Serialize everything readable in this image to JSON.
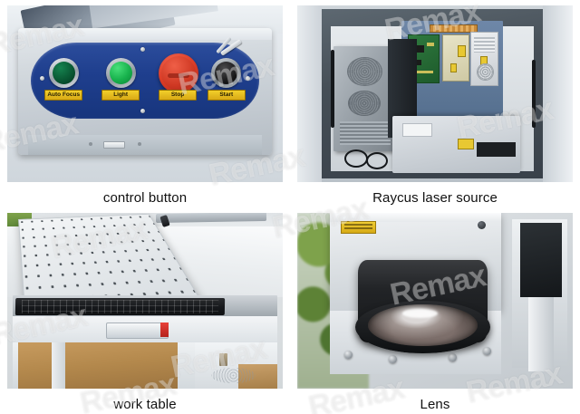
{
  "layout": {
    "columns": 2,
    "rows": 2,
    "background": "#ffffff"
  },
  "watermark": {
    "text": "Remax",
    "color": "rgba(255,255,255,0.34)"
  },
  "panels": [
    {
      "id": "control-button",
      "caption": "control button",
      "description": "Blue control panel with four operator buttons mounted on a grey metal console",
      "panel_color": "#1f3f8e",
      "buttons": [
        {
          "label": "Auto Focus",
          "color": "#0a5c35",
          "type": "illuminated-pushbutton"
        },
        {
          "label": "Light",
          "color": "#17b14c",
          "type": "illuminated-pushbutton"
        },
        {
          "label": "Stop",
          "color": "#cf3823",
          "type": "emergency-stop"
        },
        {
          "label": "Start",
          "color": "#161617",
          "type": "key-switch"
        }
      ],
      "label_background": "#e0b81d"
    },
    {
      "id": "raycus-laser-source",
      "caption": "Raycus laser source",
      "description": "Open machine cabinet showing PC tower, control boards, power supply and laser source module",
      "components": [
        "PC tower",
        "control PCB",
        "driver board",
        "switching power supply",
        "laser source module",
        "terminal block"
      ],
      "accent_color": "#56708f"
    },
    {
      "id": "work-table",
      "caption": "work table",
      "description": "Perforated honeycomb work table with pull-out keyboard drawer and cabinet below",
      "features": [
        "honeycomb table",
        "keyboard drawer",
        "drawer handle",
        "lower cabinet"
      ],
      "handle_accent": "#d02a22"
    },
    {
      "id": "lens",
      "caption": "Lens",
      "description": "F-theta focusing lens assembly mounted beneath the galvo scan head",
      "features": [
        "warning label",
        "lens barrel",
        "optical glass element",
        "mounting bolts"
      ],
      "warning_label_color": "#e0b81d"
    }
  ]
}
